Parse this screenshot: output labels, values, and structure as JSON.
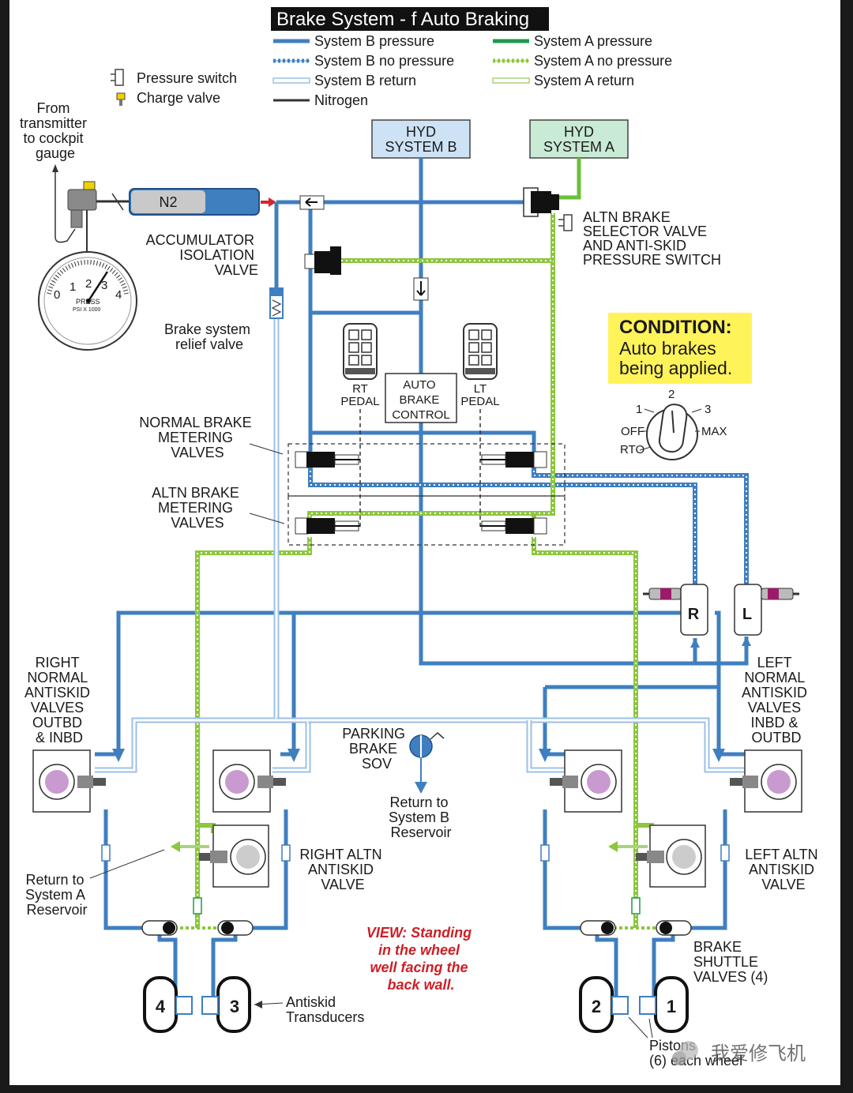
{
  "title": "Brake System - f Auto Braking",
  "legend": {
    "sys_b_pressure": "System B pressure",
    "sys_b_no_pressure": "System B no pressure",
    "sys_b_return": "System B return",
    "nitrogen": "Nitrogen",
    "sys_a_pressure": "System A pressure",
    "sys_a_no_pressure": "System A no pressure",
    "sys_a_return": "System A return",
    "pressure_switch": "Pressure switch",
    "charge_valve": "Charge valve"
  },
  "colors": {
    "system_b": "#3f7fc0",
    "system_a": "#3aa55a",
    "system_a_light": "#8dc63f",
    "nitrogen": "#333333",
    "condition_bg": "#fff35a",
    "view_note": "#cc1f26"
  },
  "labels": {
    "from_transmitter": [
      "From",
      "transmitter",
      "to cockpit",
      "gauge"
    ],
    "n2": "N2",
    "hyd_b": [
      "HYD",
      "SYSTEM B"
    ],
    "hyd_a": [
      "HYD",
      "SYSTEM A"
    ],
    "accumulator": [
      "ACCUMULATOR",
      "ISOLATION",
      "VALVE"
    ],
    "altn_selector": [
      "ALTN BRAKE",
      "SELECTOR VALVE",
      "AND ANTI-SKID",
      "PRESSURE SWITCH"
    ],
    "relief": [
      "Brake system",
      "relief valve"
    ],
    "rt_pedal": [
      "RT",
      "PEDAL"
    ],
    "lt_pedal": [
      "LT",
      "PEDAL"
    ],
    "auto_brake": [
      "AUTO",
      "BRAKE",
      "CONTROL"
    ],
    "normal_metering": [
      "NORMAL BRAKE",
      "METERING",
      "VALVES"
    ],
    "altn_metering": [
      "ALTN BRAKE",
      "METERING",
      "VALVES"
    ],
    "right_normal": [
      "RIGHT",
      "NORMAL",
      "ANTISKID",
      "VALVES",
      "OUTBD",
      "& INBD"
    ],
    "left_normal": [
      "LEFT",
      "NORMAL",
      "ANTISKID",
      "VALVES",
      "INBD &",
      "OUTBD"
    ],
    "parking": [
      "PARKING",
      "BRAKE",
      "SOV"
    ],
    "return_b": [
      "Return to",
      "System B",
      "Reservoir"
    ],
    "return_a": [
      "Return to",
      "System A",
      "Reservoir"
    ],
    "right_altn": [
      "RIGHT ALTN",
      "ANTISKID",
      "VALVE"
    ],
    "left_altn": [
      "LEFT ALTN",
      "ANTISKID",
      "VALVE"
    ],
    "shuttle": [
      "BRAKE",
      "SHUTTLE",
      "VALVES (4)"
    ],
    "antiskid_tr": [
      "Antiskid",
      "Transducers"
    ],
    "pistons": [
      "Pistons",
      "(6) each wheel"
    ],
    "view_note": [
      "VIEW: Standing",
      "in the wheel",
      "well facing the",
      "back wall."
    ],
    "gauge_press": [
      "PRESS",
      "PSI X 1000"
    ],
    "gauge_ticks": [
      "0",
      "1",
      "2",
      "3",
      "4"
    ],
    "watermark": "我爱修飞机"
  },
  "condition": {
    "heading": "CONDITION:",
    "text": [
      "Auto brakes",
      "being applied."
    ]
  },
  "autobrake_selector": {
    "positions": [
      "1",
      "2",
      "3",
      "OFF",
      "MAX",
      "RTO"
    ],
    "selected": "MAX"
  },
  "wheels": {
    "w1": "1",
    "w2": "2",
    "w3": "3",
    "w4": "4",
    "r": "R",
    "l": "L"
  }
}
